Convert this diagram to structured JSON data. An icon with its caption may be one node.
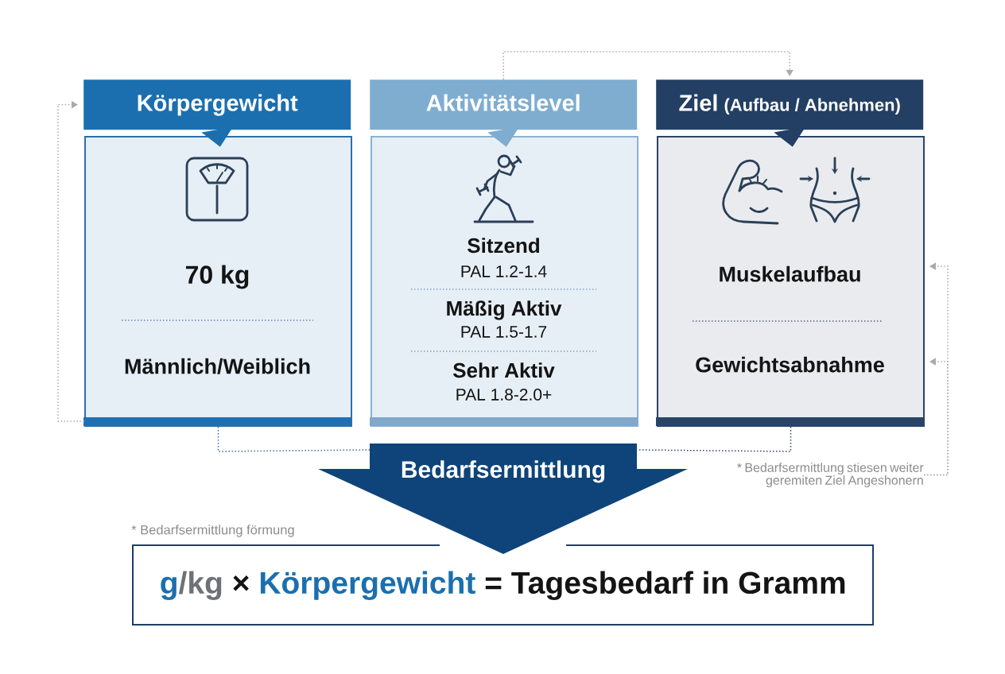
{
  "diagram": {
    "nodes": [
      {
        "text": [
          "Körpergewicht"
        ]
      },
      {
        "text": [
          "70 kg",
          "Männlich/Weiblich"
        ]
      },
      {
        "text": [
          "Aktivitätslevel"
        ]
      },
      {
        "text": [
          "Sitzend",
          "PAL 1.2-1.4",
          "Mäßig Aktiv",
          "PAL 1.5-1.7",
          "Sehr Aktiv",
          "PAL 1.8-2.0+"
        ]
      },
      {
        "text": [
          "Ziel",
          "(Aufbau / Abnehmen)"
        ]
      },
      {
        "text": [
          "Muskelaufbau",
          "Gewichtsabnahme"
        ]
      },
      {
        "text": [
          "Bedarfsermittlung"
        ]
      },
      {
        "text": [
          "* Bedarfsermittlung stiesen weiter geremiten Ziel Angeshonern"
        ]
      },
      {
        "text": [
          "g",
          "/kg",
          "×",
          "Körpergewicht",
          "= Tagesbedarf in Gramm"
        ]
      }
    ],
    "edges": [
      {
        "from": 0,
        "to": 1,
        "arrow": "to",
        "color": "#1b6fae"
      },
      {
        "from": 2,
        "to": 3,
        "arrow": "to",
        "color": "#7fadd0"
      },
      {
        "from": 4,
        "to": 5,
        "arrow": "to",
        "color": "#233f63"
      },
      {
        "from": 1,
        "to": 0,
        "arrow": "to"
      },
      {
        "from": 2,
        "to": 4,
        "arrow": "to"
      },
      {
        "from": 1,
        "to": 6,
        "arrow": "none",
        "color": "#3b6d9c"
      },
      {
        "from": 5,
        "to": 6,
        "arrow": "none",
        "color": "#2c4566"
      },
      {
        "from": 7,
        "to": 5,
        "arrow": "to"
      },
      {
        "from": 7,
        "to": 5,
        "arrow": "to"
      }
    ],
    "labels": [
      "* Bedarfsermittlung förmung"
    ]
  }
}
